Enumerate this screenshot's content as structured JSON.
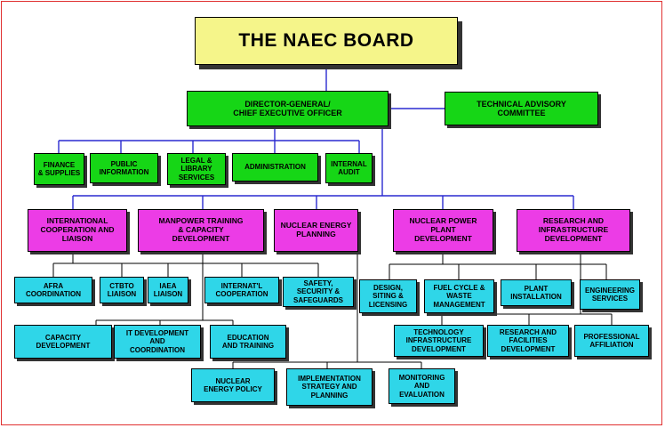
{
  "board": "THE NAEC BOARD",
  "director": "DIRECTOR-GENERAL/\nCHIEF EXECUTIVE OFFICER",
  "advisory": "TECHNICAL ADVISORY\nCOMMITTEE",
  "support_units": [
    "FINANCE\n& SUPPLIES",
    "PUBLIC\nINFORMATION",
    "LEGAL &\nLIBRARY\nSERVICES",
    "ADMINISTRATION",
    "INTERNAL\nAUDIT"
  ],
  "departments": [
    "INTERNATIONAL\nCOOPERATION AND\nLIAISON",
    "MANPOWER TRAINING\n& CAPACITY\nDEVELOPMENT",
    "NUCLEAR ENERGY\nPLANNING",
    "NUCLEAR POWER\nPLANT\nDEVELOPMENT",
    "RESEARCH AND\nINFRASTRUCTURE\nDEVELOPMENT"
  ],
  "intl_units": [
    "AFRA\nCOORDINATION",
    "CTBTO\nLIAISON",
    "IAEA\nLIAISON",
    "INTERNAT'L\nCOOPERATION",
    "SAFETY,\nSECURITY &\nSAFEGUARDS"
  ],
  "manpower_units": [
    "CAPACITY\nDEVELOPMENT",
    "IT DEVELOPMENT\nAND\nCOORDINATION",
    "EDUCATION\nAND TRAINING"
  ],
  "planning_units": [
    "NUCLEAR\nENERGY POLICY",
    "IMPLEMENTATION\nSTRATEGY AND\nPLANNING",
    "MONITORING\nAND\nEVALUATION"
  ],
  "npp_units": [
    "DESIGN,\nSITING &\nLICENSING",
    "FUEL CYCLE &\nWASTE\nMANAGEMENT",
    "PLANT\nINSTALLATION",
    "ENGINEERING\nSERVICES"
  ],
  "research_units": [
    "TECHNOLOGY\nINFRASTRUCTURE\nDEVELOPMENT",
    "RESEARCH AND\nFACILITIES\nDEVELOPMENT",
    "PROFESSIONAL\nAFFILIATION"
  ]
}
